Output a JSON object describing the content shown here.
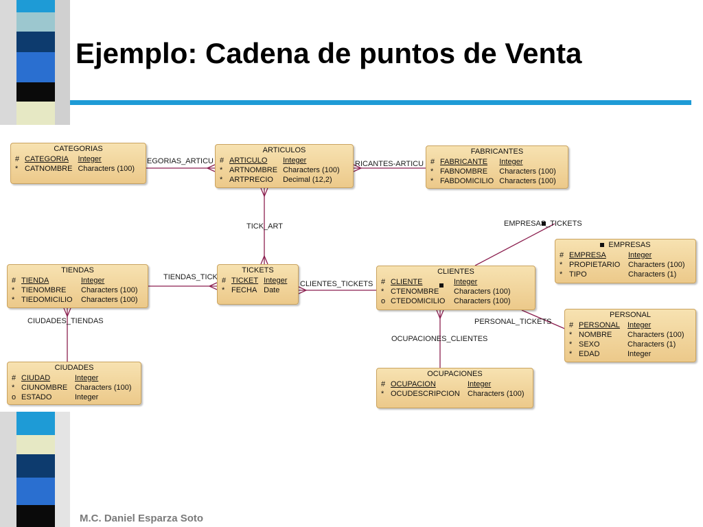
{
  "slide": {
    "title": "Ejemplo: Cadena de puntos de Venta",
    "footer": "M.C. Daniel Esparza Soto"
  },
  "colors": {
    "accent_rule": "#1e9bd6",
    "entity_fill": "#f0d49b",
    "relationship_line": "#8b1f4f"
  },
  "entities": {
    "categorias": {
      "name": "CATEGORIAS",
      "attributes": [
        {
          "marker": "#",
          "name": "CATEGORIA",
          "type": "Integer"
        },
        {
          "marker": "*",
          "name": "CATNOMBRE",
          "type": "Characters (100)"
        }
      ]
    },
    "articulos": {
      "name": "ARTICULOS",
      "attributes": [
        {
          "marker": "#",
          "name": "ARTICULO",
          "type": "Integer"
        },
        {
          "marker": "*",
          "name": "ARTNOMBRE",
          "type": "Characters (100)"
        },
        {
          "marker": "*",
          "name": "ARTPRECIO",
          "type": "Decimal (12,2)"
        }
      ]
    },
    "fabricantes": {
      "name": "FABRICANTES",
      "attributes": [
        {
          "marker": "#",
          "name": "FABRICANTE",
          "type": "Integer"
        },
        {
          "marker": "*",
          "name": "FABNOMBRE",
          "type": "Characters (100)"
        },
        {
          "marker": "*",
          "name": "FABDOMICILIO",
          "type": "Characters (100)"
        }
      ]
    },
    "tiendas": {
      "name": "TIENDAS",
      "attributes": [
        {
          "marker": "#",
          "name": "TIENDA",
          "type": "Integer"
        },
        {
          "marker": "*",
          "name": "TIENOMBRE",
          "type": "Characters (100)"
        },
        {
          "marker": "*",
          "name": "TIEDOMICILIO",
          "type": "Characters (100)"
        }
      ]
    },
    "tickets": {
      "name": "TICKETS",
      "attributes": [
        {
          "marker": "#",
          "name": "TICKET",
          "type": "Integer"
        },
        {
          "marker": "*",
          "name": "FECHA",
          "type": "Date"
        }
      ]
    },
    "clientes": {
      "name": "CLIENTES",
      "attributes": [
        {
          "marker": "#",
          "name": "CLIENTE",
          "type": "Integer"
        },
        {
          "marker": "*",
          "name": "CTENOMBRE",
          "type": "Characters (100)"
        },
        {
          "marker": "o",
          "name": "CTEDOMICILIO",
          "type": "Characters (100)"
        }
      ]
    },
    "empresas": {
      "name": "EMPRESAS",
      "attributes": [
        {
          "marker": "#",
          "name": "EMPRESA",
          "type": "Integer"
        },
        {
          "marker": "*",
          "name": "PROPIETARIO",
          "type": "Characters (100)"
        },
        {
          "marker": "*",
          "name": "TIPO",
          "type": "Characters (1)"
        }
      ]
    },
    "personal": {
      "name": "PERSONAL",
      "attributes": [
        {
          "marker": "#",
          "name": "PERSONAL",
          "type": "Integer"
        },
        {
          "marker": "*",
          "name": "NOMBRE",
          "type": "Characters (100)"
        },
        {
          "marker": "*",
          "name": "SEXO",
          "type": "Characters (1)"
        },
        {
          "marker": "*",
          "name": "EDAD",
          "type": "Integer"
        }
      ]
    },
    "ciudades": {
      "name": "CIUDADES",
      "attributes": [
        {
          "marker": "#",
          "name": "CIUDAD",
          "type": "Integer"
        },
        {
          "marker": "*",
          "name": "CIUNOMBRE",
          "type": "Characters (100)"
        },
        {
          "marker": "o",
          "name": "ESTADO",
          "type": "Integer"
        }
      ]
    },
    "ocupaciones": {
      "name": "OCUPACIONES",
      "attributes": [
        {
          "marker": "#",
          "name": "OCUPACION",
          "type": "Integer"
        },
        {
          "marker": "*",
          "name": "OCUDESCRIPCION",
          "type": "Characters (100)"
        }
      ]
    }
  },
  "relationships": {
    "categorias_articulos": "EGORIAS_ARTICU",
    "fabricantes_articulos": "RICANTES-ARTICU",
    "tick_art": "TICK_ART",
    "tiendas_tickets": "TIENDAS_TICK",
    "clientes_tickets": "CLIENTES_TICKETS",
    "empresas_tickets": "EMPRESAS_TICKETS",
    "personal_tickets": "PERSONAL_TICKETS",
    "ocupaciones_clientes": "OCUPACIONES_CLIENTES",
    "ciudades_tiendas": "CIUDADES_TIENDAS"
  }
}
